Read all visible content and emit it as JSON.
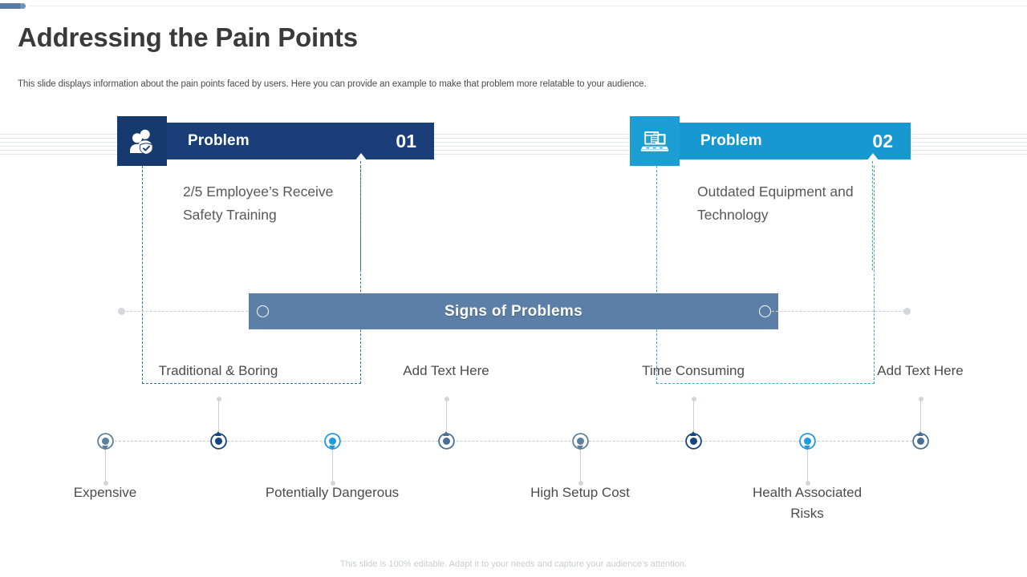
{
  "header": {
    "title": "Addressing the Pain Points",
    "subtitle": "This slide displays information about the pain points faced by users. Here you can provide an example to make that problem more relatable to your audience."
  },
  "problems": [
    {
      "label": "Problem",
      "number": "01",
      "text": "2/5 Employee’s Receive Safety Training",
      "icon": "people-shield-icon",
      "color": "#1a3f78",
      "icon_color": "#163a6e",
      "border_color": "#2f6fb5"
    },
    {
      "label": "Problem",
      "number": "02",
      "text": "Outdated Equipment and Technology",
      "icon": "computer-documents-icon",
      "color": "#1798d0",
      "icon_color": "#1a9ed4",
      "border_color": "#3aa6dd"
    }
  ],
  "banner": {
    "label": "Signs of Problems",
    "color": "#5b7fa6"
  },
  "timeline": {
    "items": [
      {
        "label": "Expensive",
        "position": "below",
        "color": "#5d7f9e"
      },
      {
        "label": "Traditional & Boring",
        "position": "above",
        "color": "#12457f"
      },
      {
        "label": "Potentially Dangerous",
        "position": "below",
        "color": "#1e9bd7"
      },
      {
        "label": "Add Text Here",
        "position": "above",
        "color": "#476f96"
      },
      {
        "label": "High Setup Cost",
        "position": "below",
        "color": "#5d7f9e"
      },
      {
        "label": "Time Consuming",
        "position": "above",
        "color": "#12457f"
      },
      {
        "label": "Health Associated Risks",
        "position": "below",
        "color": "#1e9bd7"
      },
      {
        "label": "Add Text Here",
        "position": "above",
        "color": "#476f96"
      }
    ]
  },
  "footer": {
    "note": "This slide is 100% editable. Adapt it to your needs and capture your audience’s attention."
  }
}
